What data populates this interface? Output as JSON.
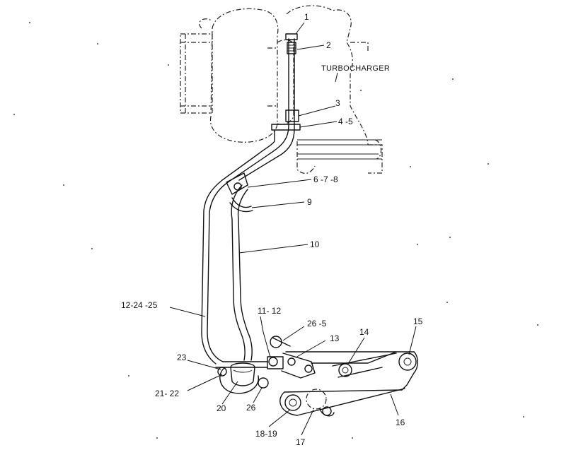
{
  "callouts": {
    "c1": "1",
    "c2": "2",
    "turbo": "TURBOCHARGER",
    "c3": "3",
    "c4_5": "4 -5",
    "c6_7_8": "6 -7 -8",
    "c9": "9",
    "c10": "10",
    "c12_24_25": "12-24 -25",
    "c11_12": "11- 12",
    "c26_5": "26 -5",
    "c13": "13",
    "c14": "14",
    "c15": "15",
    "c23": "23",
    "c21_22": "21- 22",
    "c20": "20",
    "c26": "26",
    "c16": "16",
    "c18_19": "18-19",
    "c17": "17"
  }
}
